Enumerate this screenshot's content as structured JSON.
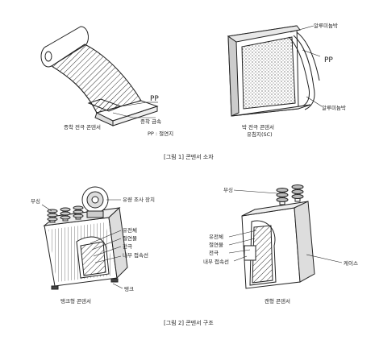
{
  "figure1": {
    "caption": "[그림 1] 콘덴서 소자",
    "left": {
      "pp_label": "PP",
      "metal_label": "증착 금속",
      "title": "증착 전극 콘덴서",
      "insulation_label": "PP : 절연지"
    },
    "right": {
      "foil_top_label": "알루미늄박",
      "pp_label": "PP",
      "foil_bottom_label": "알루미늄박",
      "title": "박 전극 콘덴서",
      "subtitle": "유침지(SC)"
    }
  },
  "figure2": {
    "caption": "[그림 2] 콘덴서 구조",
    "left": {
      "bushing_label": "부싱",
      "flow_device_label": "유량 조사 장치",
      "dielectric_label": "유전체",
      "insulator_label": "절연물",
      "electrode_label": "전극",
      "internal_conn_label": "내부 접속선",
      "tank_label": "탱크",
      "title": "탱크형 콘덴서"
    },
    "right": {
      "bushing_label": "부싱",
      "dielectric_label": "유전체",
      "insulator_label": "절연물",
      "electrode_label": "전극",
      "internal_conn_label": "내부 접속선",
      "case_label": "케이스",
      "title": "캔형 콘덴서"
    }
  }
}
